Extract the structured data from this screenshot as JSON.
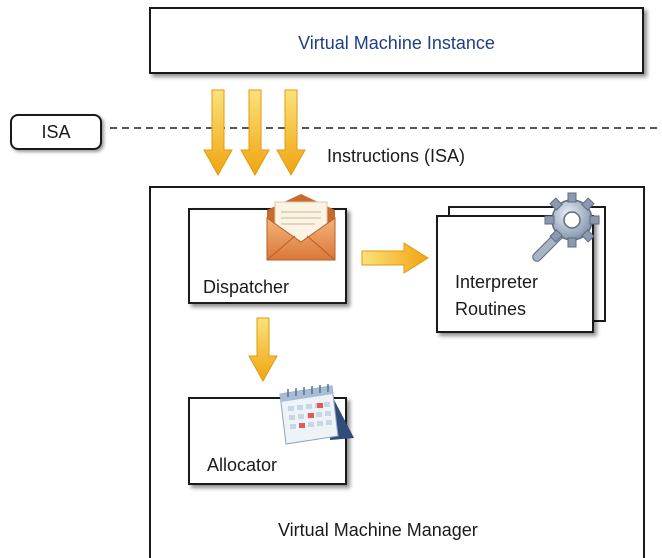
{
  "instance": {
    "label": "Virtual Machine Instance"
  },
  "isa_badge": {
    "label": "ISA"
  },
  "instructions": {
    "label": "Instructions (ISA)"
  },
  "manager": {
    "label": "Virtual Machine Manager"
  },
  "dispatcher": {
    "label": "Dispatcher",
    "icon": "envelope-icon"
  },
  "interpreter": {
    "line1": "Interpreter",
    "line2": "Routines",
    "icon": "gear-wrench-icon"
  },
  "allocator": {
    "label": "Allocator",
    "icon": "calendar-icon"
  },
  "colors": {
    "arrow": "#f5b41e",
    "instance_text": "#1f3e86",
    "border": "#1a1a1a",
    "dashed_line": "#555555"
  }
}
